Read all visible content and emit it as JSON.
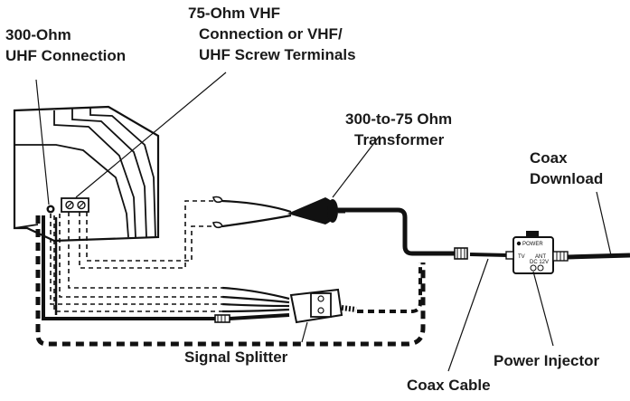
{
  "labels": {
    "uhf_connection": [
      "300-Ohm",
      "UHF Connection"
    ],
    "vhf_connection": [
      "75-Ohm VHF",
      "Connection or VHF/",
      "UHF Screw Terminals"
    ],
    "transformer": [
      "300-to-75 Ohm",
      "Transformer"
    ],
    "coax_download": [
      "Coax",
      "Download"
    ],
    "signal_splitter": "Signal Splitter",
    "coax_cable": "Coax Cable",
    "power_injector": "Power Injector"
  },
  "injector_panel": {
    "power": "POWER",
    "tv": "TV",
    "ant": "ANT",
    "dc": "DC 12V"
  }
}
